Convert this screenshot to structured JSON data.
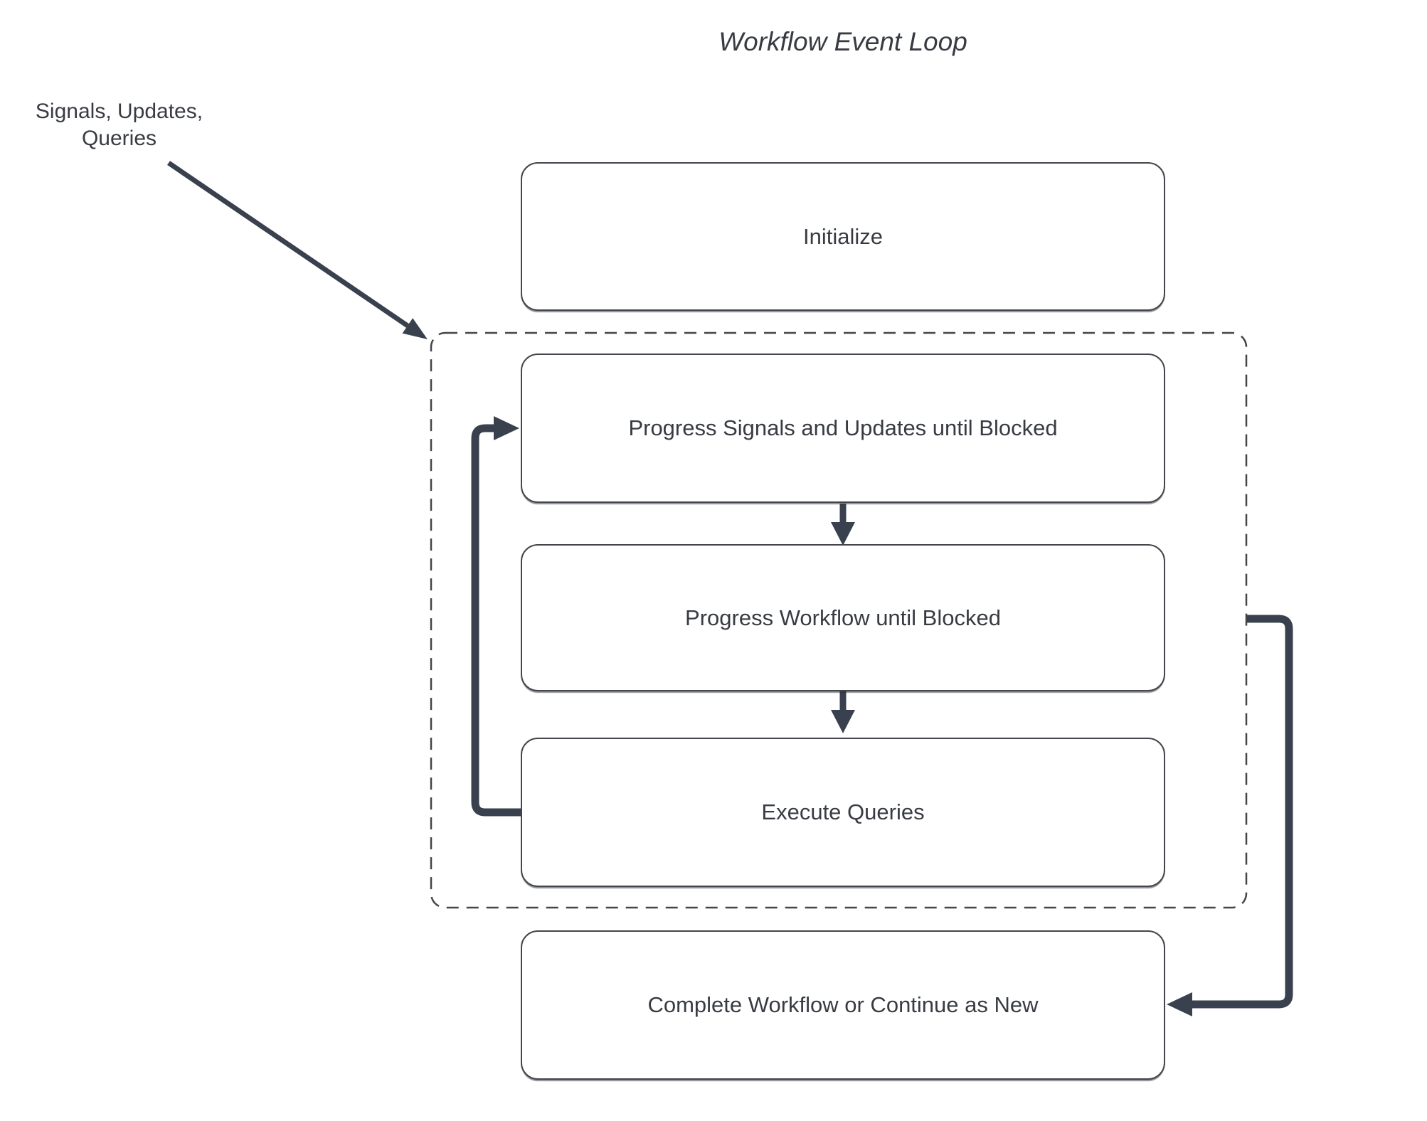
{
  "title": "Workflow Event Loop",
  "annotation": {
    "text": "Signals, Updates,\nQueries"
  },
  "nodes": [
    {
      "id": "initialize",
      "label": "Initialize"
    },
    {
      "id": "progress-signals-updates",
      "label": "Progress Signals and Updates until Blocked"
    },
    {
      "id": "progress-workflow",
      "label": "Progress Workflow until Blocked"
    },
    {
      "id": "execute-queries",
      "label": "Execute Queries"
    },
    {
      "id": "complete-or-continue",
      "label": "Complete Workflow or Continue as New"
    }
  ],
  "edges": [
    {
      "from": "signals-updates-queries-label",
      "to": "event-loop-group",
      "type": "arrow"
    },
    {
      "from": "progress-signals-updates",
      "to": "progress-workflow",
      "type": "arrow"
    },
    {
      "from": "progress-workflow",
      "to": "execute-queries",
      "type": "arrow"
    },
    {
      "from": "execute-queries",
      "to": "progress-signals-updates",
      "type": "loop-back-arrow"
    },
    {
      "from": "event-loop-group",
      "to": "complete-or-continue",
      "type": "arrow"
    }
  ],
  "colors": {
    "arrow": "#3A414E",
    "box_border": "#43464B",
    "text": "#383C42",
    "background": "#FFFFFF"
  }
}
